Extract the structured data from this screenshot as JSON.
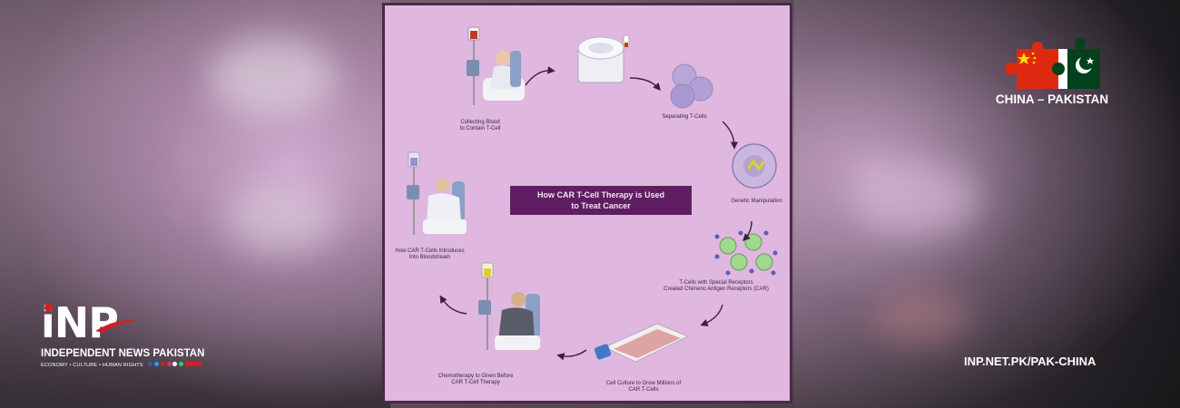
{
  "diagram": {
    "title": "How CAR T-Cell Therapy is Used to Treat Cancer",
    "title_line1": "How CAR T-Cell Therapy is Used",
    "title_line2": "to Treat Cancer",
    "steps": [
      {
        "line1": "Collecting Blood",
        "line2": "to Contain T-Cell",
        "icon": "patient-iv-icon"
      },
      {
        "line1": "Separating T-Cells",
        "line2": "",
        "icon": "centrifuge-icon"
      },
      {
        "line1": "Genetic Manipulation",
        "line2": "",
        "icon": "cell-icon"
      },
      {
        "line1": "T-Cells with Special Receptors",
        "line2": "Created Chimeric Antigen Receptors (CAR)",
        "icon": "car-t-cells-icon"
      },
      {
        "line1": "Cell Culture to Grow Millions of",
        "line2": "CAR T-Cells",
        "icon": "culture-flask-icon"
      },
      {
        "line1": "Chemotherapy to Given Before",
        "line2": "CAR T-Cell Therapy",
        "icon": "patient-chemo-icon"
      },
      {
        "line1": "How CAR T-Cells Introduces",
        "line2": "Into Bloodstream",
        "icon": "patient-infusion-icon"
      }
    ]
  },
  "branding": {
    "inp_logo_text": "iNP",
    "inp_name": "INDEPENDENT NEWS PAKISTAN",
    "inp_tagline": "ECONOMY  •  CULTURE  •  HUMAN RIGHTS",
    "china_pakistan_label": "CHINA – PAKISTAN",
    "url": "INP.NET.PK/PAK-CHINA"
  },
  "colors": {
    "panel_bg": "#dfb7df",
    "title_box": "#5f1e62",
    "inp_red": "#d21f26",
    "china_red": "#de2910",
    "pakistan_green": "#01411c"
  }
}
